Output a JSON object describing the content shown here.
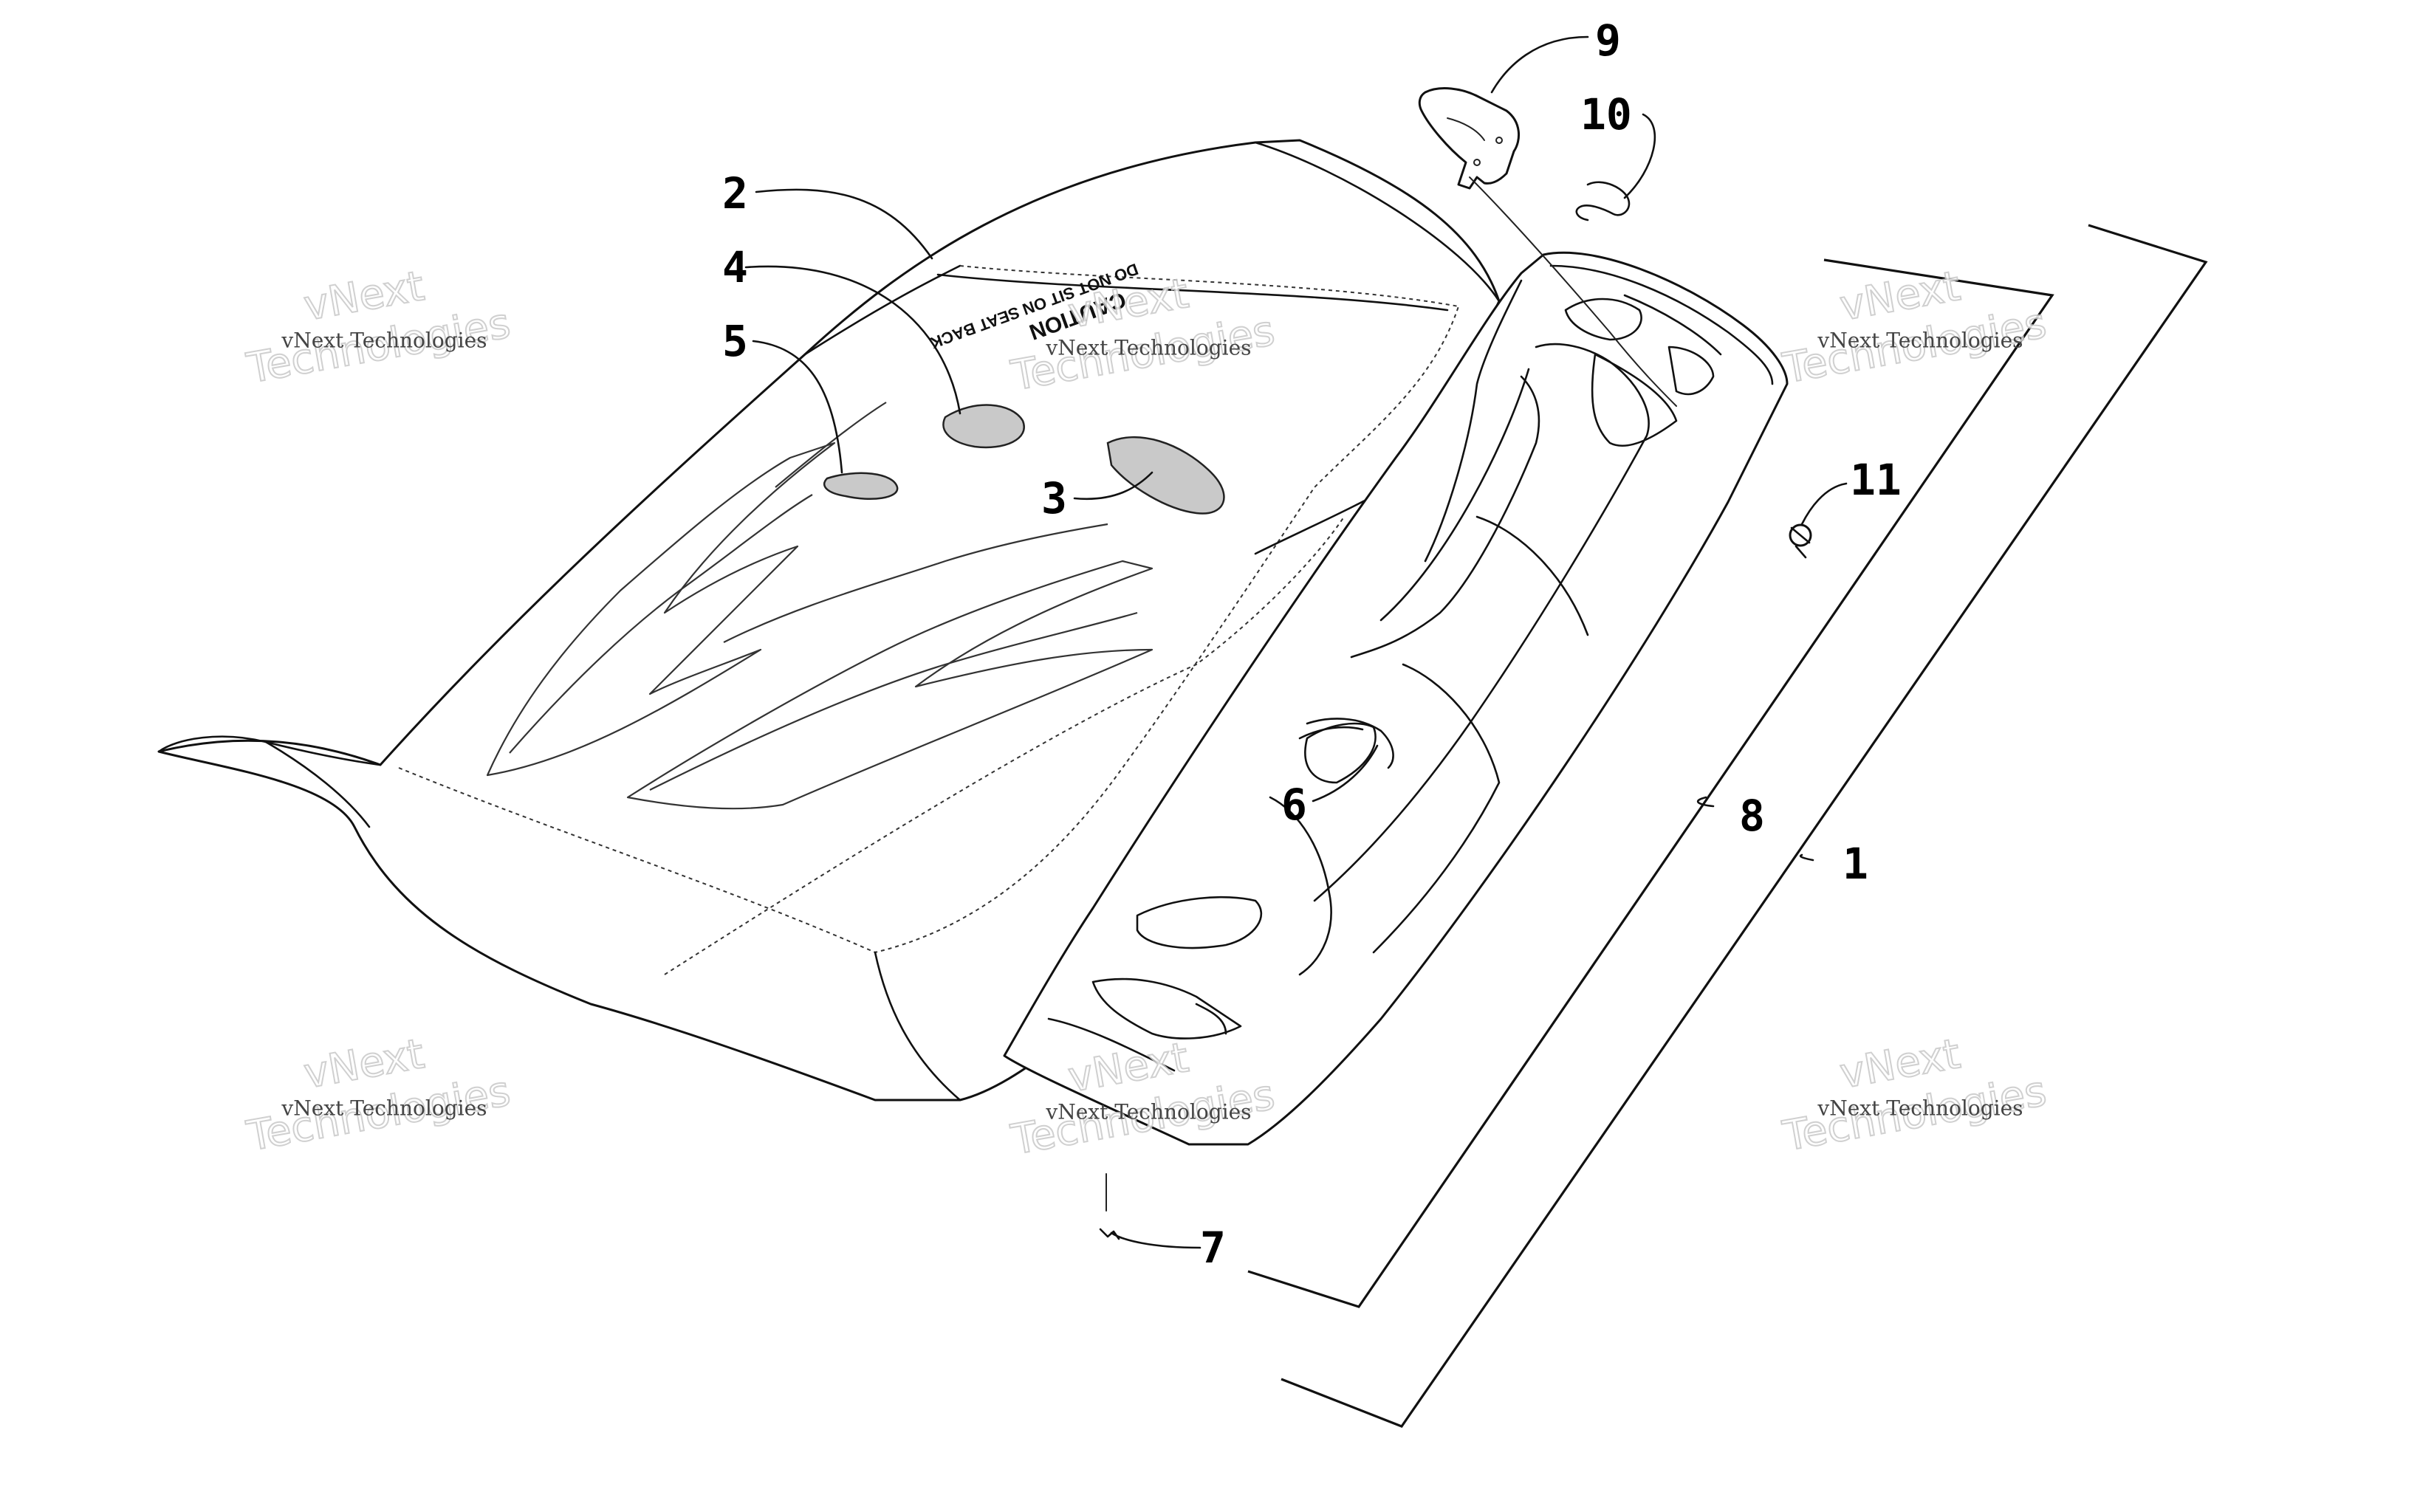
{
  "callouts": {
    "c1": "1",
    "c2": "2",
    "c3": "3",
    "c4": "4",
    "c5": "5",
    "c6": "6",
    "c7": "7",
    "c8": "8",
    "c9": "9",
    "c10": "10",
    "c11": "11"
  },
  "decal": {
    "line1": "CAUTION",
    "line2": "DO NOT SIT ON SEAT BACK"
  },
  "watermark": {
    "small": "vNext Technologies",
    "big_top": "vNext",
    "big_bottom": "Technologies"
  }
}
